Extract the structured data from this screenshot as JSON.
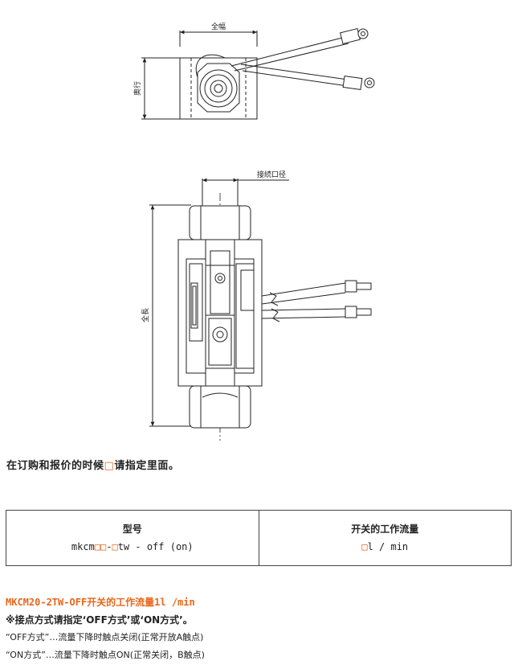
{
  "drawing": {
    "label_total_width": "全幅",
    "label_depth": "奥行",
    "label_port": "接続口径",
    "label_total_length": "全長"
  },
  "intro": {
    "text_before": "在订购和报价的时候",
    "box_glyph": "□",
    "text_after": "请指定里面。"
  },
  "table": {
    "col1_header": "型号",
    "col1_value_prefix": "mkcm",
    "col1_value_box1": "□□",
    "col1_value_mid": "-",
    "col1_value_box2": "□",
    "col1_value_suffix": "tw - off (on)",
    "col2_header": "开关的工作流量",
    "col2_value_box": "□",
    "col2_value_suffix": "l / min"
  },
  "notes": {
    "line1": "MKCM20-2TW-OFF开关的工作流量1l /min",
    "line2": "※接点方式请指定‘OFF方式’或‘ON方式’。",
    "line3": "“OFF方式”…流量下降时触点关闭(正常开放A触点)",
    "line4": "“ON方式”…流量下降时触点ON(正常关闭，B触点)"
  },
  "colors": {
    "accent": "#e8661a",
    "line": "#222222"
  }
}
